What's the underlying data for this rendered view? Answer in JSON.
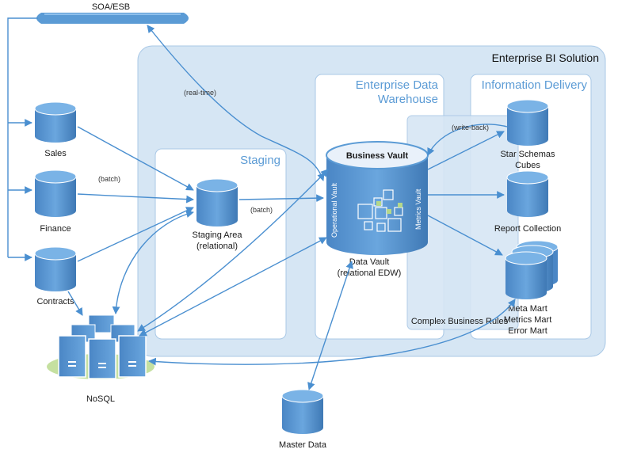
{
  "colors": {
    "accent": "#5b9bd5",
    "cylinder_fill": "#5b9bd5",
    "cylinder_dark": "#3f79b5",
    "solution_bg": "#d6e6f4",
    "nosql_platform": "#c5e0a0"
  },
  "bus": {
    "label": "SOA/ESB"
  },
  "containers": {
    "solution": "Enterprise BI Solution",
    "edw": {
      "line1": "Enterprise Data",
      "line2": "Warehouse"
    },
    "info_delivery": "Information Delivery",
    "staging": "Staging",
    "complex_rules": "Complex Business Rules"
  },
  "sources": {
    "sales": "Sales",
    "finance": "Finance",
    "contracts": "Contracts"
  },
  "staging_area": {
    "line1": "Staging Area",
    "line2": "(relational)"
  },
  "vault": {
    "top_label": "Business Vault",
    "left_side": "Operational Vault",
    "right_side": "Metrics Vault",
    "line1": "Data Vault",
    "line2": "(relational EDW)"
  },
  "outputs": {
    "star": {
      "line1": "Star Schemas",
      "line2": "Cubes"
    },
    "report": "Report Collection",
    "marts": {
      "line1": "Meta Mart",
      "line2": "Metrics Mart",
      "line3": "Error Mart"
    }
  },
  "nosql": "NoSQL",
  "master_data": "Master Data",
  "flow_labels": {
    "realtime": "(real-time)",
    "batch1": "(batch)",
    "batch2": "(batch)",
    "writeback": "(write-back)"
  },
  "icons": {
    "cylinder": "database-cylinder-icon",
    "server": "server-icon",
    "vault_squares": "data-vault-squares-icon"
  }
}
